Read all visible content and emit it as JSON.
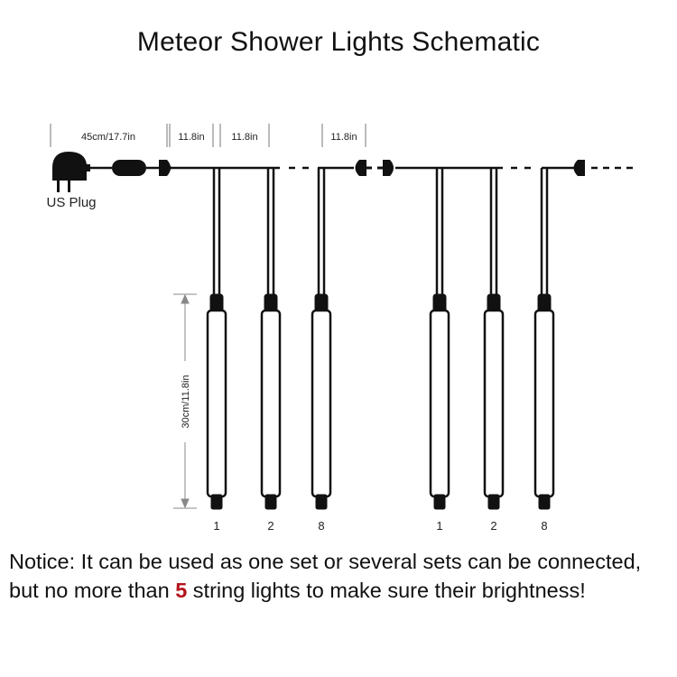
{
  "title": "Meteor Shower Lights Schematic",
  "dimensions": {
    "plug_cord": "45cm/17.7in",
    "spacing_1": "11.8in",
    "spacing_2": "11.8in",
    "spacing_3": "11.8in",
    "tube_length": "30cm/11.8in"
  },
  "plug_label": "US Plug",
  "tube_numbers": [
    "1",
    "2",
    "8",
    "1",
    "2",
    "8"
  ],
  "notice": {
    "before": "Notice: It can be used as one set or several sets can be connected, but no more than ",
    "highlight": "5",
    "after": " string lights to make sure their brightness!"
  },
  "colors": {
    "highlight": "#b5121b",
    "line": "#111111"
  }
}
